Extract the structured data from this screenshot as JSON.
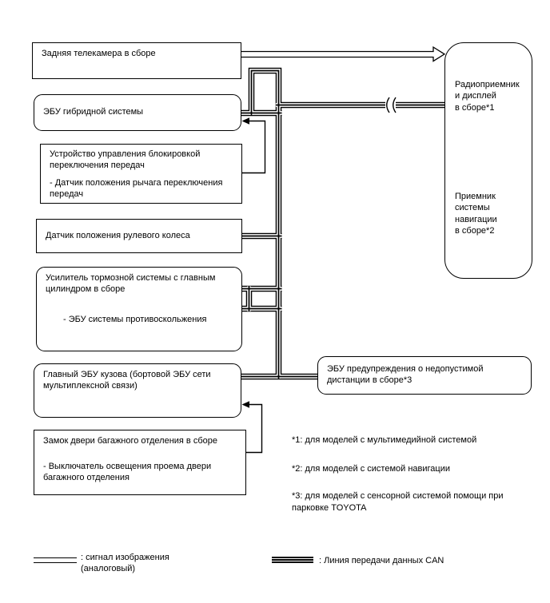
{
  "nodes": {
    "rear_camera": {
      "label": "Задняя телекамера в сборе"
    },
    "hybrid_ecu": {
      "label": "ЭБУ гибридной системы"
    },
    "shift_lock": {
      "label": "Устройство управления блокировкой\nпереключения передач",
      "sublabel": "- Датчик положения рычага переключения\nпередач"
    },
    "steering_sensor": {
      "label": "Датчик положения рулевого колеса"
    },
    "brake_booster": {
      "label": "Усилитель тормозной системы с главным\nцилиндром в сборе",
      "sublabel": "- ЭБУ системы противоскольжения"
    },
    "main_body_ecu": {
      "label": "Главный ЭБУ кузова (бортовой ЭБУ сети\nмультиплексной связи)"
    },
    "luggage_lock": {
      "label": "Замок двери багажного отделения в сборе",
      "sublabel": "- Выключатель освещения проема двери\nбагажного отделения"
    },
    "radio_display": {
      "label": "Радиоприемник\nи дисплей\nв сборе*1",
      "sublabel": "Приемник\nсистемы\nнавигации\nв сборе*2"
    },
    "distance_warning": {
      "label": "ЭБУ предупреждения о недопустимой\nдистанции в сборе*3"
    }
  },
  "footnotes": {
    "n1": "*1: для моделей с мультимедийной системой",
    "n2": "*2: для моделей с системой навигации",
    "n3": "*3: для моделей с сенсорной системой помощи при\nпарковке TOYOTA"
  },
  "legend": {
    "video_signal": ": сигнал изображения\n(аналоговый)",
    "can_line": ": Линия передачи данных CAN"
  },
  "colors": {
    "line": "#000000",
    "background": "#ffffff"
  }
}
